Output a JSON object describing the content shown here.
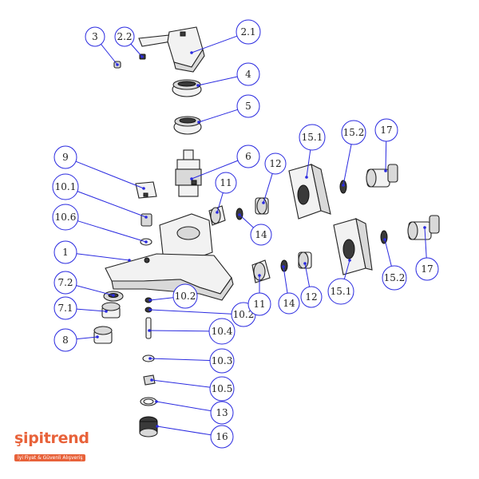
{
  "diagram": {
    "balloons": [
      "3",
      "2.2",
      "2.1",
      "4",
      "5",
      "9",
      "10.1",
      "10.6",
      "1",
      "6",
      "12",
      "11",
      "14",
      "15.1",
      "15.2",
      "17",
      "7.2",
      "7.1",
      "8",
      "10.2",
      "10.2",
      "10.4",
      "11",
      "14",
      "12",
      "15.1",
      "15.2",
      "17",
      "10.3",
      "10.5",
      "13",
      "16"
    ]
  },
  "logo": {
    "name": "şipitrend",
    "tagline": "İyi Fiyat & Güvenli Alışveriş"
  },
  "colors": {
    "leader": "#2a2ae0",
    "brand": "#e8623a"
  }
}
